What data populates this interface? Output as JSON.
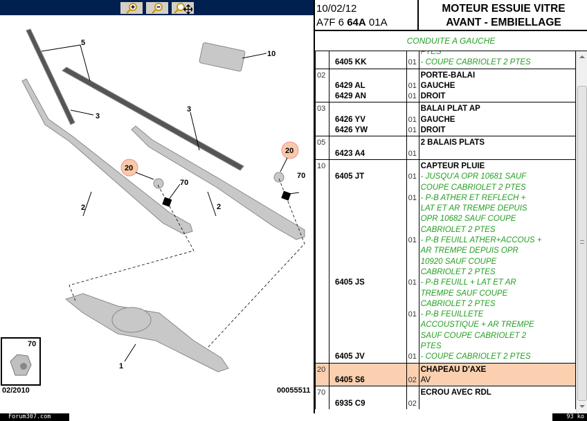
{
  "toolbar": {
    "buttons": [
      {
        "name": "zoom-in-button",
        "icon": "zoom-in-icon"
      },
      {
        "name": "zoom-out-button",
        "icon": "zoom-out-icon"
      },
      {
        "name": "zoom-pan-button",
        "icon": "zoom-move-icon"
      }
    ]
  },
  "diagram": {
    "callouts": {
      "c5": "5",
      "c3a": "3",
      "c10": "10",
      "c3b": "3",
      "c20a": "20",
      "c20b": "20",
      "c70a": "70",
      "c70b": "70",
      "c2a": "2",
      "c2b": "2",
      "c1": "1"
    },
    "inset_label": "70",
    "date": "02/2010",
    "ref": "00055511",
    "highlight_color": "#f9c9a8"
  },
  "header": {
    "date": "10/02/12",
    "code_pre": "A7F 6 ",
    "code_bold": "64A",
    "code_post": " 01A",
    "title_line1": "MOTEUR ESSUIE VITRE",
    "title_line2": "AVANT - EMBIELLAGE"
  },
  "condition": "CONDUITE A GAUCHE",
  "groups": [
    {
      "index": "",
      "title": "",
      "lines": [
        {
          "ref": "",
          "qty": "",
          "desc": "PTES",
          "style": "g"
        },
        {
          "ref": "6405 KK",
          "qty": "01",
          "desc": "- COUPE CABRIOLET 2 PTES",
          "style": "g"
        }
      ]
    },
    {
      "index": "02",
      "title": "PORTE-BALAI",
      "lines": [
        {
          "ref": "6429 AL",
          "qty": "01",
          "desc": "GAUCHE",
          "style": "t"
        },
        {
          "ref": "6429 AN",
          "qty": "01",
          "desc": "DROIT",
          "style": "t"
        }
      ]
    },
    {
      "index": "03",
      "title": "BALAI PLAT AP",
      "lines": [
        {
          "ref": "6426 YV",
          "qty": "01",
          "desc": "GAUCHE",
          "style": "t"
        },
        {
          "ref": "6426 YW",
          "qty": "01",
          "desc": "DROIT",
          "style": "t"
        }
      ]
    },
    {
      "index": "05",
      "title": "2 BALAIS PLATS",
      "lines": [
        {
          "ref": "6423 A4",
          "qty": "01",
          "desc": "",
          "style": "t"
        }
      ]
    },
    {
      "index": "10",
      "title": "CAPTEUR PLUIE",
      "lines": [
        {
          "ref": "6405 JT",
          "qty": "01",
          "desc": "- JUSQU'A OPR 10681 SAUF COUPE CABRIOLET 2 PTES",
          "style": "g"
        },
        {
          "ref": "",
          "qty": "01",
          "desc": "- P-B ATHER ET REFLECH + LAT ET AR TREMPE DEPUIS OPR 10682 SAUF COUPE CABRIOLET 2 PTES",
          "style": "g"
        },
        {
          "ref": "",
          "qty": "01",
          "desc": "- P-B FEUILL ATHER+ACCOUS + AR TREMPE DEPUIS OPR 10920 SAUF COUPE CABRIOLET 2 PTES",
          "style": "g"
        },
        {
          "ref": "6405 JS",
          "qty": "01",
          "desc": "- P-B FEUILL + LAT ET AR TREMPE SAUF COUPE CABRIOLET 2 PTES",
          "style": "g"
        },
        {
          "ref": "",
          "qty": "01",
          "desc": "- P-B FEUILLETE ACCOUSTIQUE + AR TREMPE SAUF COUPE CABRIOLET 2 PTES",
          "style": "g"
        },
        {
          "ref": "6405 JV",
          "qty": "01",
          "desc": "- COUPE CABRIOLET 2 PTES",
          "style": "g"
        }
      ]
    },
    {
      "index": "20",
      "title": "CHAPEAU D'AXE",
      "highlighted": true,
      "lines": [
        {
          "ref": "6405 S6",
          "qty": "02",
          "desc": "AV",
          "style": "p"
        }
      ]
    },
    {
      "index": "70",
      "title": "ECROU AVEC RDL",
      "lines": [
        {
          "ref": "6935 C9",
          "qty": "02",
          "desc": "",
          "style": "t"
        }
      ]
    }
  ],
  "colors": {
    "toolbar_bg": "#002050",
    "note_green": "#22a022",
    "highlight_row": "#fad0b0"
  },
  "footer": {
    "site": "Forum307.com",
    "size": "93 ko"
  }
}
